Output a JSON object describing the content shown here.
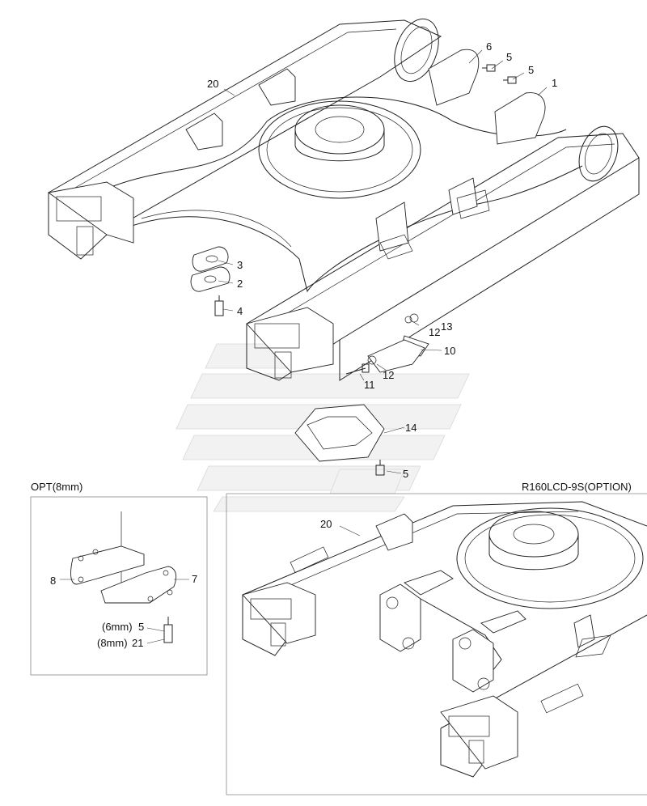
{
  "callouts": {
    "c1": "1",
    "c2": "2",
    "c3": "3",
    "c4": "4",
    "c5a": "5",
    "c5b": "5",
    "c5c": "5",
    "c6": "6",
    "c10": "10",
    "c11": "11",
    "c12a": "12",
    "c12b": "12",
    "c13": "13",
    "c14": "14",
    "c20a": "20",
    "c20b": "20"
  },
  "opt_panel": {
    "title": "OPT(8mm)",
    "c7": "7",
    "c8": "8",
    "bolt_6mm_label": "(6mm)",
    "bolt_6mm_num": "5",
    "bolt_8mm_label": "(8mm)",
    "bolt_8mm_num": "21"
  },
  "option_panel": {
    "title": "R160LCD-9S(OPTION)"
  },
  "colors": {
    "line": "#222222",
    "watermark": "#f2f2f2",
    "box": "#888888"
  }
}
